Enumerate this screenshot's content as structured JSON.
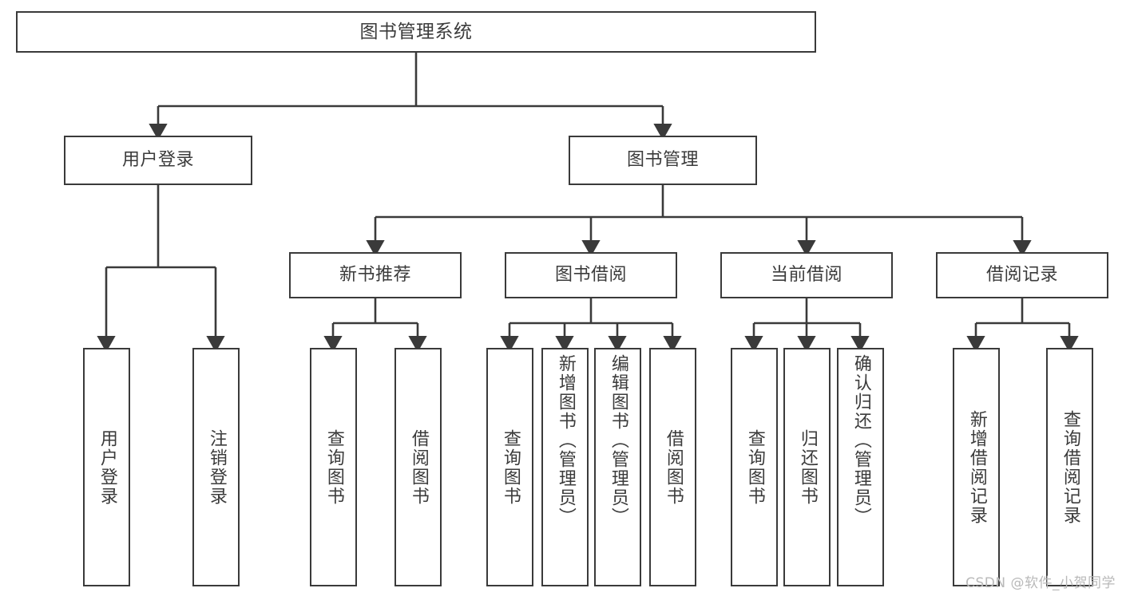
{
  "diagram": {
    "title": "图书管理系统",
    "type": "tree-hierarchy-diagram",
    "watermark": "CSDN @软件_小贺同学",
    "colors": {
      "background": "#ffffff",
      "border": "#3a3a3a",
      "text": "#3b3b3b",
      "connector": "#3a3a3a",
      "watermark": "#b9b9b9"
    },
    "root": {
      "label": "图书管理系统"
    },
    "level2": [
      {
        "id": "user-login",
        "label": "用户登录"
      },
      {
        "id": "book-management",
        "label": "图书管理"
      }
    ],
    "level3": [
      {
        "id": "new-book-recommend",
        "label": "新书推荐"
      },
      {
        "id": "book-borrow",
        "label": "图书借阅"
      },
      {
        "id": "current-borrow",
        "label": "当前借阅"
      },
      {
        "id": "borrow-record",
        "label": "借阅记录"
      }
    ],
    "leaves": {
      "user_login": [
        {
          "id": "leaf-user-login",
          "label": "用户登录"
        },
        {
          "id": "leaf-user-logout",
          "label": "注销登录"
        }
      ],
      "new_book_recommend": [
        {
          "id": "leaf-query-book-1",
          "label": "查询图书"
        },
        {
          "id": "leaf-borrow-book-1",
          "label": "借阅图书"
        }
      ],
      "book_borrow": [
        {
          "id": "leaf-query-book-2",
          "label": "查询图书"
        },
        {
          "id": "leaf-add-book",
          "label": "新增图书（管理员）"
        },
        {
          "id": "leaf-edit-book",
          "label": "编辑图书（管理员）"
        },
        {
          "id": "leaf-borrow-book-2",
          "label": "借阅图书"
        }
      ],
      "current_borrow": [
        {
          "id": "leaf-query-book-3",
          "label": "查询图书"
        },
        {
          "id": "leaf-return-book",
          "label": "归还图书"
        },
        {
          "id": "leaf-confirm-return",
          "label": "确认归还（管理员）"
        }
      ],
      "borrow_record": [
        {
          "id": "leaf-add-record",
          "label": "新增借阅记录"
        },
        {
          "id": "leaf-query-record",
          "label": "查询借阅记录"
        }
      ]
    }
  }
}
